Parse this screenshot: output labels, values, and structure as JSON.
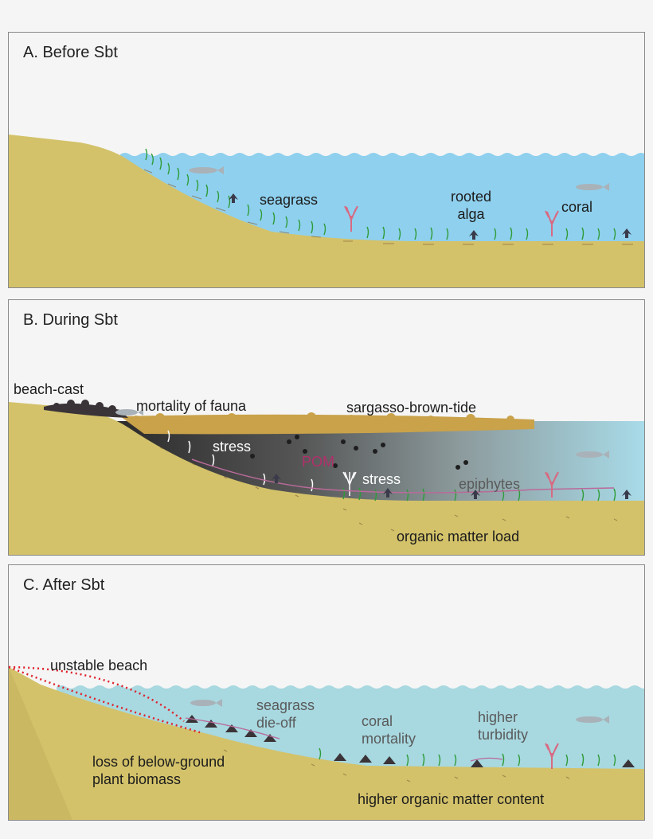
{
  "panels": [
    {
      "title": "A. Before Sbt",
      "labels": {
        "seagrass": "seagrass",
        "rooted_alga": "rooted\nalga",
        "coral": "coral"
      }
    },
    {
      "title": "B. During Sbt",
      "labels": {
        "beach_cast": "beach-cast",
        "mortality": "mortality of fauna",
        "sargasso": "sargasso-brown-tide",
        "stress1": "stress",
        "pom": "POM",
        "stress2": "stress",
        "epiphytes": "epiphytes",
        "organic_load": "organic matter load"
      }
    },
    {
      "title": "C. After Sbt",
      "labels": {
        "unstable_beach": "unstable beach",
        "dieoff": "seagrass\ndie-off",
        "coral_mortality": "coral\nmortality",
        "turbidity": "higher\nturbidity",
        "loss": "loss of below-ground\nplant biomass",
        "organic_content": "higher organic matter content"
      }
    }
  ],
  "colors": {
    "sand": "#d3c26a",
    "clear_water": "#8fd0ee",
    "turbid_water": "#a8d8e0",
    "seagrass": "#2f9c3a",
    "coral": "#d86a82",
    "sargassum": "#c9a24a",
    "beach_line": "#e0202a"
  }
}
